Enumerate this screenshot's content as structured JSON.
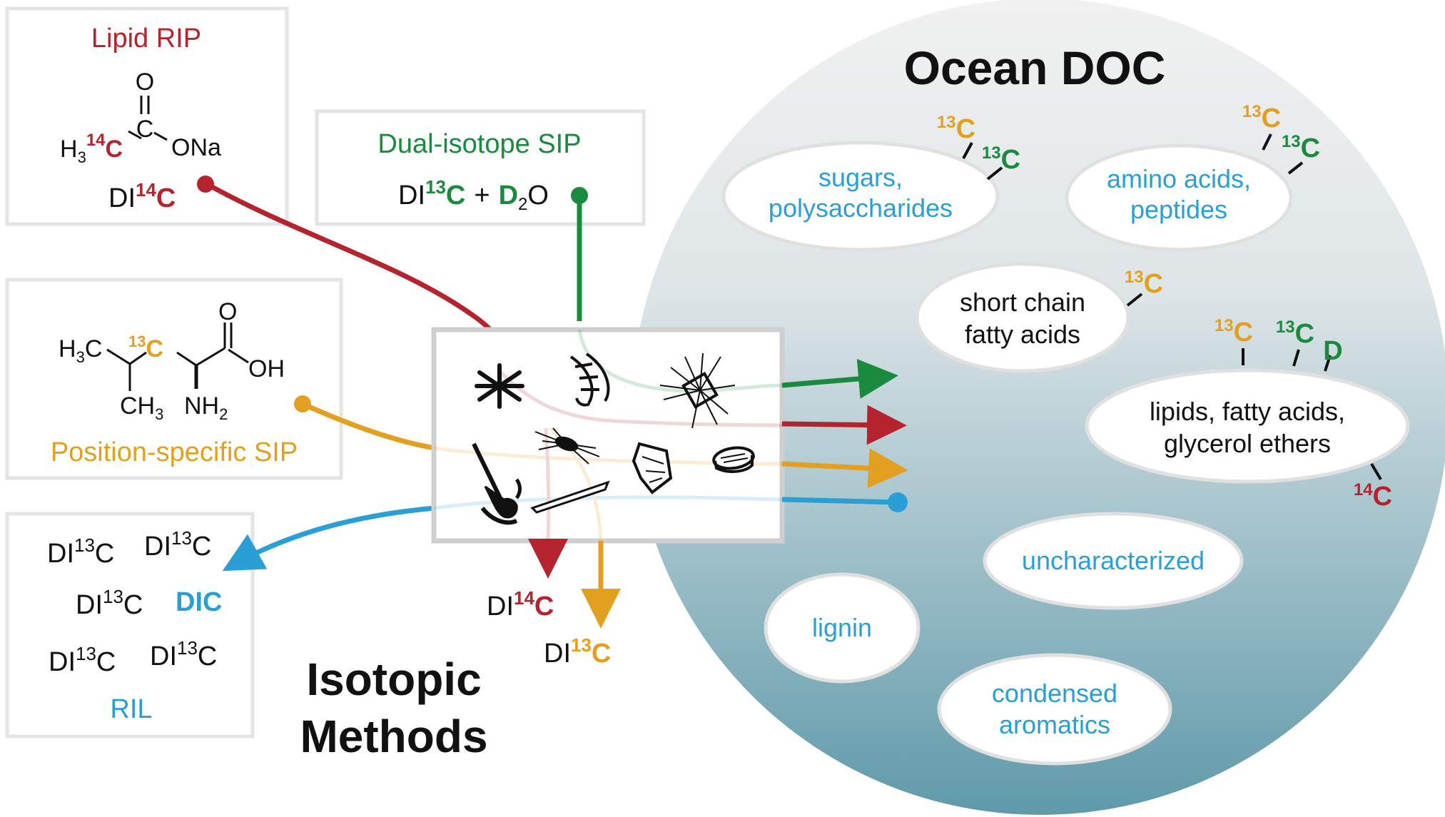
{
  "colors": {
    "red": "#b5232e",
    "green": "#1a8a3e",
    "orange": "#e3a020",
    "blue": "#2a9fd6",
    "black": "#111111",
    "box_border": "#e4e4e4",
    "ocean_top": "#f1f1f1",
    "ocean_bottom": "#5f9aaa"
  },
  "title_ocean": "Ocean DOC",
  "title_methods": [
    "Isotopic",
    "Methods"
  ],
  "lipid_rip": {
    "label": "Lipid RIP",
    "acetate": {
      "o": "O",
      "c": "C",
      "h3": "H",
      "sub3": "3",
      "sup14": "14",
      "c14": "C",
      "ona": "ONa"
    },
    "di": "DI",
    "sup": "14",
    "c": "C"
  },
  "dual_sip": {
    "label": "Dual-isotope SIP",
    "di": "DI",
    "sup": "13",
    "c": "C",
    "plus": "+",
    "d": "D",
    "sub2": "2",
    "o": "O"
  },
  "position_sip": {
    "label": "Position-specific SIP",
    "h3": "H",
    "sub3": "3",
    "c": "C",
    "sup13": "13",
    "c13": "C",
    "o": "O",
    "oh": "OH",
    "ch3": "CH",
    "nh2": "NH",
    "sub2": "2"
  },
  "ril": {
    "label": "RIL",
    "di_items": [
      "DI",
      "DI",
      "DI",
      "DI",
      "DI"
    ],
    "sup": "13",
    "c": "C",
    "dic": "DIC"
  },
  "outputs": {
    "di14c": {
      "di": "DI",
      "sup": "14",
      "c": "C"
    },
    "di13c": {
      "di": "DI",
      "sup": "13",
      "c": "C"
    }
  },
  "compounds": [
    {
      "label": [
        "sugars,",
        "polysaccharides"
      ],
      "color": "blue"
    },
    {
      "label": [
        "amino acids,",
        "peptides"
      ],
      "color": "blue"
    },
    {
      "label": [
        "short chain",
        "fatty acids"
      ],
      "color": "black"
    },
    {
      "label": [
        "lipids, fatty acids,",
        "glycerol ethers"
      ],
      "color": "black"
    },
    {
      "label": [
        "uncharacterized"
      ],
      "color": "blue"
    },
    {
      "label": [
        "lignin"
      ],
      "color": "blue"
    },
    {
      "label": [
        "condensed",
        "aromatics"
      ],
      "color": "blue"
    }
  ],
  "isotope_tags": [
    {
      "sup": "13",
      "el": "C",
      "color": "orange"
    },
    {
      "sup": "13",
      "el": "C",
      "color": "green"
    },
    {
      "sup": "13",
      "el": "C",
      "color": "orange"
    },
    {
      "sup": "13",
      "el": "C",
      "color": "green"
    },
    {
      "sup": "13",
      "el": "C",
      "color": "orange"
    },
    {
      "sup": "13",
      "el": "C",
      "color": "orange"
    },
    {
      "sup": "13",
      "el": "C",
      "color": "green"
    },
    {
      "sup": "",
      "el": "D",
      "color": "green"
    },
    {
      "sup": "14",
      "el": "C",
      "color": "red"
    }
  ],
  "organism_icons": [
    "asterisk-organism-icon",
    "ladder-organism-icon",
    "spiky-cell-icon",
    "rod-cell-icon",
    "radiolarian-icon",
    "bell-cell-icon",
    "pennate-diatom-icon",
    "centric-diatom-icon"
  ]
}
